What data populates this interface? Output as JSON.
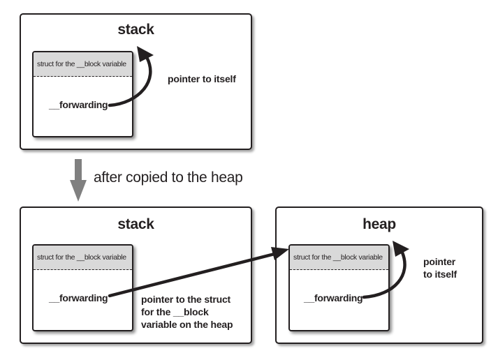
{
  "top": {
    "title": "stack",
    "struct_header": "struct for the __block variable",
    "field": "__forwarding",
    "arrow_label": "pointer to itself"
  },
  "transition": {
    "label": "after copied to the heap"
  },
  "bottom_stack": {
    "title": "stack",
    "struct_header": "struct for the __block variable",
    "field": "__forwarding",
    "arrow_label_lines": [
      "pointer to the struct",
      "for the __block",
      "variable on the heap"
    ]
  },
  "bottom_heap": {
    "title": "heap",
    "struct_header": "struct for the __block variable",
    "field": "__forwarding",
    "arrow_label_lines": [
      "pointer",
      "to itself"
    ]
  },
  "colors": {
    "ink": "#231f20",
    "header_fill": "#d9d9d9",
    "transition_arrow": "#808080"
  }
}
